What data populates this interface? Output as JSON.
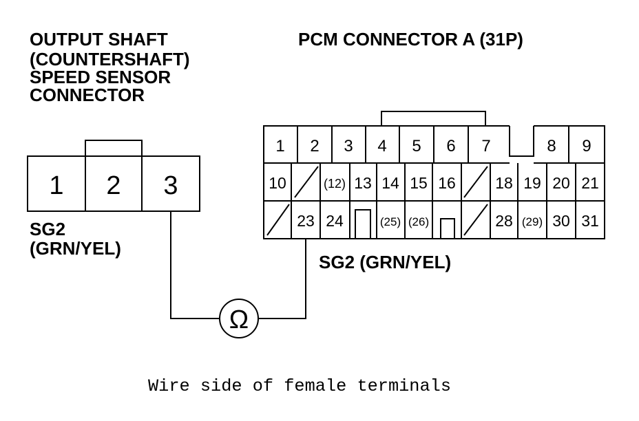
{
  "sensor": {
    "title_lines": [
      "OUTPUT SHAFT",
      "(COUNTERSHAFT)",
      "SPEED SENSOR",
      "CONNECTOR"
    ],
    "pins": [
      "1",
      "2",
      "3"
    ],
    "wire_label_lines": [
      "SG2",
      "(GRN/YEL)"
    ]
  },
  "pcm": {
    "title": "PCM CONNECTOR A (31P)",
    "row1": [
      "1",
      "2",
      "3",
      "4",
      "5",
      "6",
      "7",
      "8",
      "9"
    ],
    "row2": [
      "10",
      "(12)",
      "13",
      "14",
      "15",
      "16",
      "18",
      "19",
      "20",
      "21"
    ],
    "row3": [
      "23",
      "24",
      "(25)",
      "(26)",
      "28",
      "(29)",
      "30",
      "31"
    ],
    "wire_label": "SG2 (GRN/YEL)"
  },
  "meter": {
    "symbol": "Ω"
  },
  "caption": "Wire side of female terminals"
}
